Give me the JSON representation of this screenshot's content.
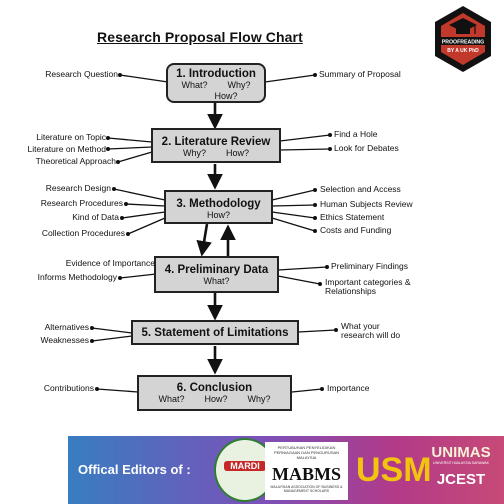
{
  "title": "Research Proposal Flow Chart",
  "badge": {
    "line1": "PROOFREADING",
    "line2": "BY A UK PhD"
  },
  "steps": [
    {
      "head": "1. Introduction",
      "q": "What?        Why?\n        How?"
    },
    {
      "head": "2. Literature Review",
      "q": "Why?        How?"
    },
    {
      "head": "3. Methodology",
      "q": "How?"
    },
    {
      "head": "4. Preliminary Data",
      "q": "What?"
    },
    {
      "head": "5. Statement of Limitations",
      "q": ""
    },
    {
      "head": "6. Conclusion",
      "q": "What?        How?        Why?"
    }
  ],
  "labels": {
    "s1_left": [
      "Research Question"
    ],
    "s1_right": [
      "Summary of Proposal"
    ],
    "s2_left": [
      "Literature on Topic",
      "Literature on Method",
      "Theoretical Approach"
    ],
    "s2_right": [
      "Find a Hole",
      "Look for Debates"
    ],
    "s3_left": [
      "Research Design",
      "Research Procedures",
      "Kind of Data",
      "Collection Procedures"
    ],
    "s3_right": [
      "Selection and Access",
      "Human Subjects Review",
      "Ethics Statement",
      "Costs and Funding"
    ],
    "s4_left": [
      "Evidence of Importance",
      "Informs Methodology"
    ],
    "s4_right": [
      "Preliminary Findings",
      "Important categories &",
      "Relationships"
    ],
    "s5_left": [
      "Alternatives",
      "Weaknesses"
    ],
    "s5_right": [
      "What your",
      "research will do"
    ],
    "s6_left": [
      "Contributions"
    ],
    "s6_right": [
      "Importance"
    ]
  },
  "footer": {
    "text": "Offical Editors of :",
    "mardi": "MARDI",
    "mabms_small": "PERTUBUHAN PENYELIDIKAN PERNIAGAAN DAN PENGURUSAN MALAYSIA",
    "mabms": "MABMS",
    "mabms_sub": "MALAYSIAN ASSOCIATION OF BUSINESS & MANAGEMENT SCHOLARS",
    "usm": "USM",
    "unimas": "UNIMAS",
    "unimas_sub": "UNIVERSITI MALAYSIA SARAWAK",
    "jcest": "JCEST"
  }
}
